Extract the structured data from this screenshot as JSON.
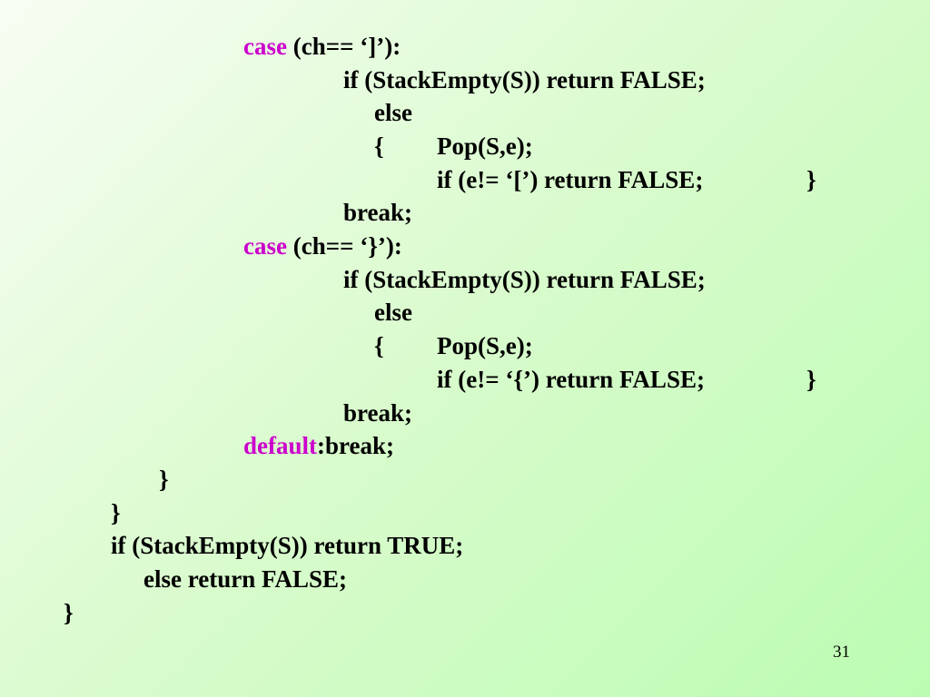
{
  "code": [
    {
      "keyword": "case",
      "text": " (ch== ‘]’):"
    },
    {
      "keyword": "",
      "text": "if (StackEmpty(S)) return FALSE;"
    },
    {
      "keyword": "",
      "text": "else"
    },
    {
      "keyword": "",
      "text": "{"
    },
    {
      "keyword": "",
      "text": "Pop(S,e);"
    },
    {
      "keyword": "",
      "text": "if (e!= ‘[’) return FALSE;"
    },
    {
      "keyword": "",
      "text": "}"
    },
    {
      "keyword": "",
      "text": "break;"
    },
    {
      "keyword": "case",
      "text": " (ch== ‘}’):"
    },
    {
      "keyword": "",
      "text": "if (StackEmpty(S)) return FALSE;"
    },
    {
      "keyword": "",
      "text": "else"
    },
    {
      "keyword": "",
      "text": "{"
    },
    {
      "keyword": "",
      "text": "Pop(S,e);"
    },
    {
      "keyword": "",
      "text": "if (e!= ‘{’) return FALSE;"
    },
    {
      "keyword": "",
      "text": "}"
    },
    {
      "keyword": "",
      "text": "break;"
    },
    {
      "keyword": "default",
      "text": ":break;"
    },
    {
      "keyword": "",
      "text": "}"
    },
    {
      "keyword": "",
      "text": "}"
    },
    {
      "keyword": "",
      "text": "if (StackEmpty(S)) return TRUE;"
    },
    {
      "keyword": "",
      "text": "else return FALSE;"
    },
    {
      "keyword": "",
      "text": "}"
    }
  ],
  "page_number": "31",
  "colors": {
    "keyword": "#cc00cc",
    "text": "#000000"
  }
}
